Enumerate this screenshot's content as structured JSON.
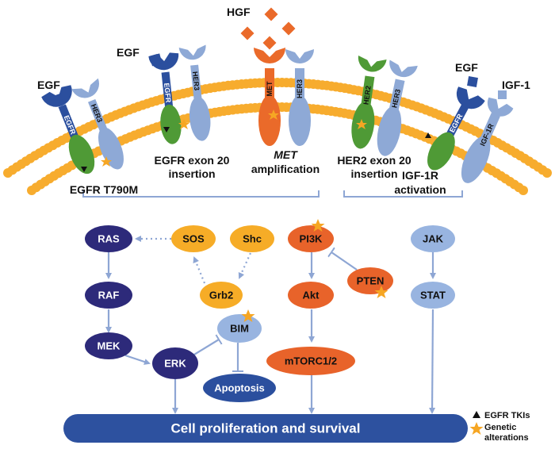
{
  "colors": {
    "membrane": "#f7ac2e",
    "egfr": "#2b4f9e",
    "her3": "#8ea9d6",
    "kinase_green": "#4f9a36",
    "met": "#ea6a2a",
    "mapk_node": "#2d2a7a",
    "adaptor_node": "#f6ac27",
    "pi3k_node": "#e8632a",
    "jak_node": "#98b4e0",
    "apoptosis_node": "#2b4f9e",
    "outcome_bar": "#2d519f",
    "arrow": "#8ea6d4",
    "bracket": "#8ea6d4",
    "star": "#f6a623"
  },
  "ligands": {
    "egf_left": "EGF",
    "egf_mid": "EGF",
    "hgf": "HGF",
    "egf_right": "EGF",
    "igf1": "IGF-1"
  },
  "receptors": {
    "egfr_1": "EGFR",
    "her3_1": "HER3",
    "egfr_2": "EGFR",
    "her3_2": "HER3",
    "met": "MET",
    "her3_3": "HER3",
    "her2": "HER2",
    "her3_4": "HER3",
    "egfr_3": "EGFR",
    "igf1r": "IGF-1R"
  },
  "alteration_labels": {
    "t790m": "EGFR T790M",
    "egfr_ex20_line1": "EGFR exon 20",
    "egfr_ex20_line2": "insertion",
    "met_amp_line1": "MET",
    "met_amp_line2": "amplification",
    "her2_ex20_line1": "HER2 exon 20",
    "her2_ex20_line2": "insertion",
    "igf1r_line1": "IGF-1R",
    "igf1r_line2": "activation"
  },
  "nodes": {
    "ras": "RAS",
    "raf": "RAF",
    "mek": "MEK",
    "erk": "ERK",
    "sos": "SOS",
    "shc": "Shc",
    "grb2": "Grb2",
    "bim": "BIM",
    "apoptosis": "Apoptosis",
    "pi3k": "PI3K",
    "akt": "Akt",
    "pten": "PTEN",
    "mtorc": "mTORC1/2",
    "jak": "JAK",
    "stat": "STAT"
  },
  "outcome": "Cell proliferation and survival",
  "legend": {
    "tki_label": "EGFR TKIs",
    "genetic_line1": "Genetic",
    "genetic_line2": "alterations"
  }
}
